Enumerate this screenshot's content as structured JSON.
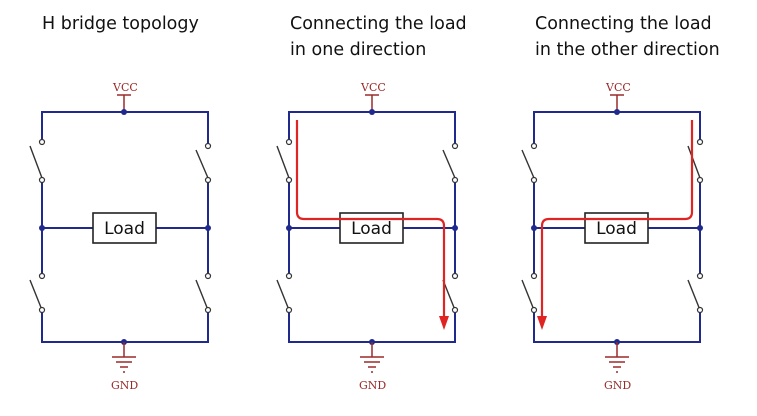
{
  "panels": [
    {
      "title": "H bridge topology",
      "load_label": "Load",
      "vcc_label": "VCC",
      "gnd_label": "GND"
    },
    {
      "title": "Connecting the load\nin one direction",
      "load_label": "Load",
      "vcc_label": "VCC",
      "gnd_label": "GND"
    },
    {
      "title": "Connecting the load\nin the other direction",
      "load_label": "Load",
      "vcc_label": "VCC",
      "gnd_label": "GND"
    }
  ],
  "colors": {
    "wire": "#1f2a8c",
    "current_path": "#e02424",
    "rail_label": "#9a2a2a"
  }
}
